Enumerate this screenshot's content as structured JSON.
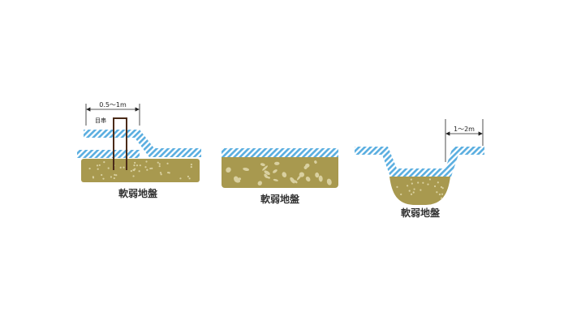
{
  "colors": {
    "water": "#5aaee0",
    "soil": "#a8994f",
    "pebble": "#d9d0a0",
    "stake": "#4a2a18"
  },
  "left": {
    "dimension": "0.5～1m",
    "stake_label": "目串",
    "ground_label": "軟弱地盤"
  },
  "middle": {
    "ground_label": "軟弱地盤"
  },
  "right": {
    "dimension": "1～2m",
    "ground_label": "軟弱地盤"
  }
}
